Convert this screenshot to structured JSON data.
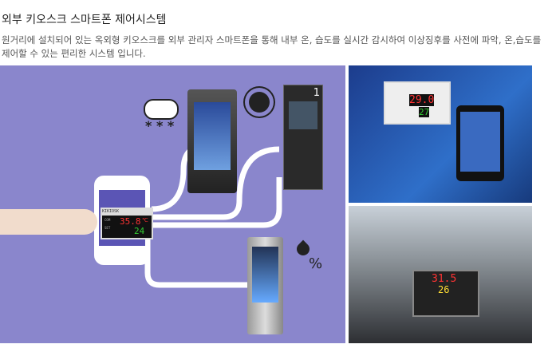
{
  "title": "외부 키오스크 스마트폰 제어시스템",
  "description": "원거리에 설치되어 있는 옥외형 키오스크를 외부 관리자 스마트폰을 통해 내부 온, 습도를 실시간 감시하여 이상징후를 사전에 파악, 온,습도를 제어할 수 있는 편리한 시스템 입니다.",
  "panel": {
    "brand": "KIKIOSK",
    "temperature": "35.8",
    "temp_unit": "℃",
    "humidity": "24",
    "com": "COM",
    "set": "SET"
  },
  "weather": {
    "snow": "* * *",
    "humidity_symbol": "%"
  },
  "kiosk_number": "1",
  "photo1": {
    "temperature": "29.0",
    "humidity": "27"
  },
  "photo2": {
    "temperature": "31.5",
    "humidity": "26"
  }
}
